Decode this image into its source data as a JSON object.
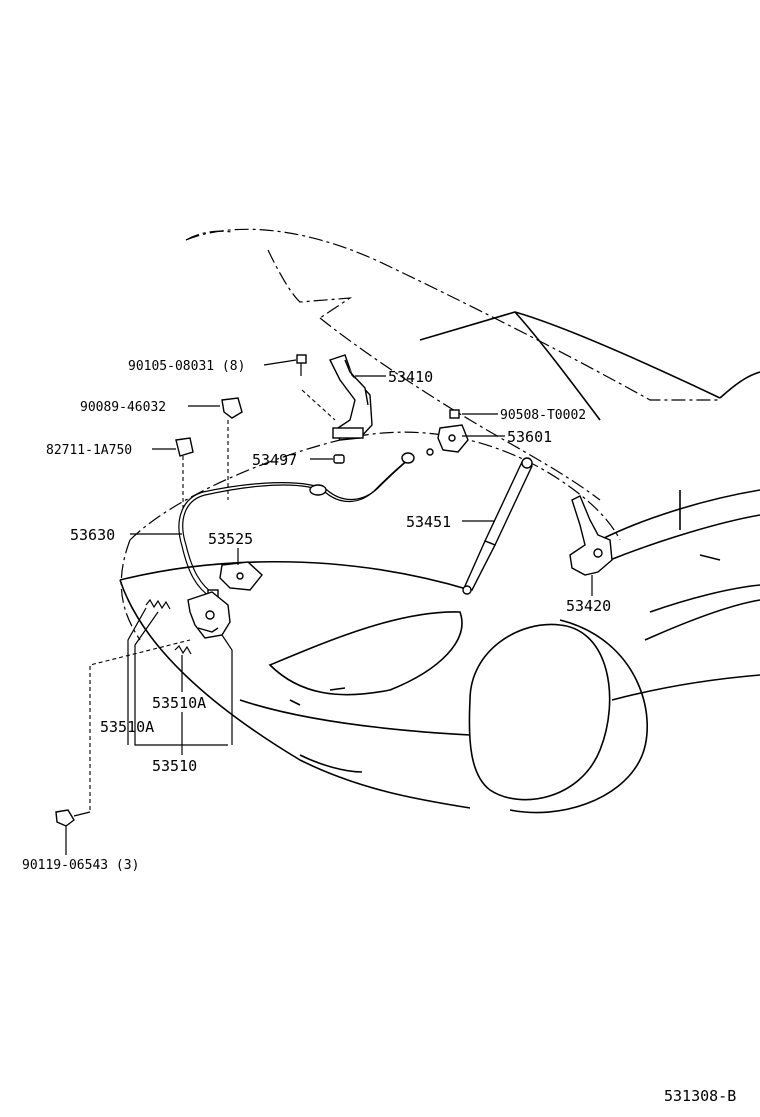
{
  "labels": {
    "p90105": "90105-08031 (8)",
    "p53410": "53410",
    "p90089": "90089-46032",
    "p90508": "90508-T0002",
    "p82711": "82711-1A750",
    "p53601": "53601",
    "p53497": "53497",
    "p53451": "53451",
    "p53630": "53630",
    "p53525": "53525",
    "p53420": "53420",
    "p53510A_a": "53510A",
    "p53510A_b": "53510A",
    "p53510": "53510",
    "p90119": "90119-06543 (3)"
  },
  "footer": {
    "code": "531308-B"
  }
}
